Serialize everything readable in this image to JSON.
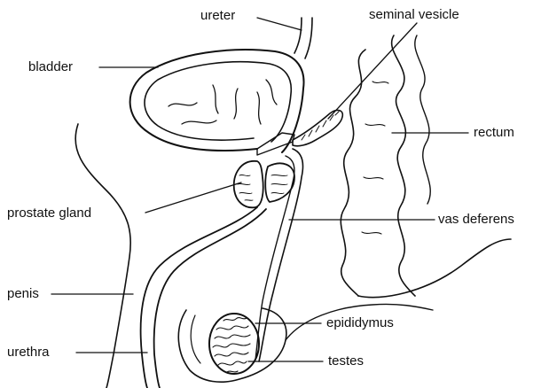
{
  "diagram": {
    "labels": {
      "ureter": "ureter",
      "seminal_vesicle": "seminal vesicle",
      "bladder": "bladder",
      "rectum": "rectum",
      "prostate_gland": "prostate gland",
      "vas_deferens": "vas deferens",
      "penis": "penis",
      "epididymus": "epididymus",
      "urethra": "urethra",
      "testes": "testes"
    },
    "colors": {
      "line": "#111111",
      "background": "#ffffff"
    }
  }
}
